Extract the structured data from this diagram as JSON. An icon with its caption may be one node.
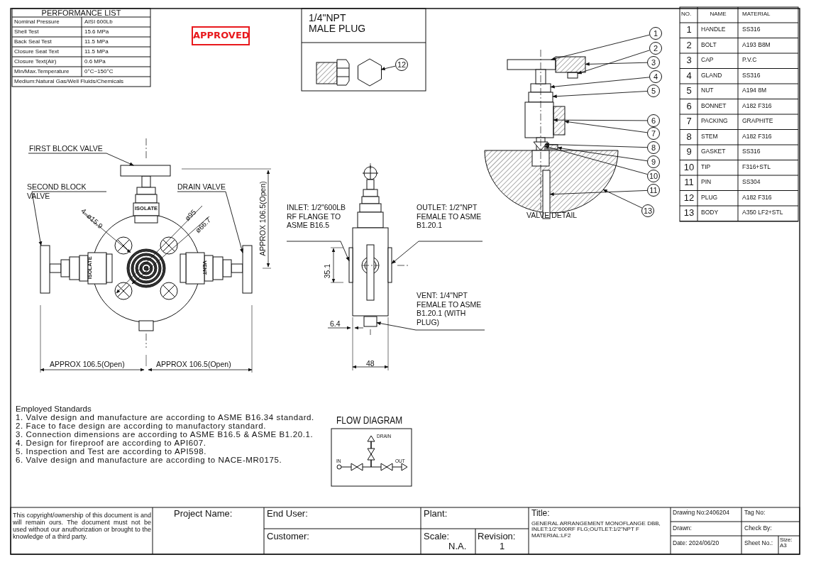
{
  "diagram": {
    "nodes": [
      {
        "text": [
          "FIRST BLOCK VALVE"
        ]
      },
      {
        "text": [
          "SECOND BLOCK VALVE"
        ]
      },
      {
        "text": [
          "DRAIN VALVE"
        ]
      },
      {
        "text": [
          "INLET: 1/2\"600LB RF FLANGE TO ASME B16.5"
        ]
      },
      {
        "text": [
          "OUTLET: 1/2\"NPT FEMALE TO ASME B1.20.1"
        ]
      },
      {
        "text": [
          "VENT: 1/4\"NPT FEMALE TO ASME B1.20.1 (WITH PLUG)"
        ]
      },
      {
        "text": [
          "1"
        ]
      },
      {
        "text": [
          "2"
        ]
      },
      {
        "text": [
          "3"
        ]
      },
      {
        "text": [
          "4"
        ]
      },
      {
        "text": [
          "5"
        ]
      },
      {
        "text": [
          "6"
        ]
      },
      {
        "text": [
          "7"
        ]
      },
      {
        "text": [
          "8"
        ]
      },
      {
        "text": [
          "9"
        ]
      },
      {
        "text": [
          "10"
        ]
      },
      {
        "text": [
          "11"
        ]
      },
      {
        "text": [
          "13"
        ]
      },
      {
        "text": [
          "12"
        ]
      },
      {
        "text": [],
        "shape": "bar"
      },
      {
        "text": [],
        "shape": "bar"
      },
      {
        "text": [],
        "shape": "bar"
      },
      {
        "text": [],
        "shape": "bar"
      },
      {
        "text": [],
        "shape": "bar"
      },
      {
        "text": [],
        "shape": "box"
      },
      {
        "text": [],
        "shape": "bar"
      },
      {
        "text": [],
        "shape": "box"
      },
      {
        "text": [],
        "shape": "box"
      },
      {
        "text": [],
        "shape": "box"
      },
      {
        "text": [],
        "shape": "box"
      },
      {
        "text": [],
        "shape": "box"
      },
      {
        "text": [],
        "shape": "box"
      },
      {
        "text": [],
        "shape": "bar"
      },
      {
        "text": [],
        "shape": "bar"
      },
      {
        "text": [],
        "shape": "triangle"
      },
      {
        "text": [],
        "shape": "bar"
      },
      {
        "text": [],
        "shape": "semicircle"
      },
      {
        "text": [],
        "shape": "hexagon"
      },
      {
        "text": [],
        "shape": "box"
      }
    ],
    "edges": [
      {
        "from": 0,
        "to": 19,
        "arrow": "to"
      },
      {
        "from": 1,
        "to": 20,
        "arrow": "to"
      },
      {
        "from": 2,
        "to": 21,
        "arrow": "to"
      },
      {
        "from": 3,
        "to": 22,
        "arrow": "to"
      },
      {
        "from": 4,
        "to": 23,
        "arrow": "to"
      },
      {
        "from": 5,
        "to": 24,
        "arrow": "to"
      },
      {
        "from": 6,
        "to": 25,
        "arrow": "to"
      },
      {
        "from": 7,
        "to": 26,
        "arrow": "to"
      },
      {
        "from": 8,
        "to": 27,
        "arrow": "to"
      },
      {
        "from": 9,
        "to": 28,
        "arrow": "to"
      },
      {
        "from": 10,
        "to": 29,
        "arrow": "to"
      },
      {
        "from": 11,
        "to": 30,
        "arrow": "to"
      },
      {
        "from": 12,
        "to": 31,
        "arrow": "to"
      },
      {
        "from": 13,
        "to": 32,
        "arrow": "to"
      },
      {
        "from": 14,
        "to": 33,
        "arrow": "to"
      },
      {
        "from": 15,
        "to": 34,
        "arrow": "to"
      },
      {
        "from": 16,
        "to": 35,
        "arrow": "to"
      },
      {
        "from": 17,
        "to": 36,
        "arrow": "to"
      },
      {
        "from": 18,
        "to": 37,
        "arrow": "to"
      }
    ],
    "labels": [
      "PERFORMANCE LIST",
      "Nominal Pressure",
      "AISI 600Lb",
      "Shell Test",
      "15.6 MPa",
      "Back Seal Test",
      "11.5 MPa",
      "Closure Seat Text",
      "11.5 MPa",
      "Closure Text(Air)",
      "0.6 MPa",
      "Min/Max.Temperature",
      "0°C~150°C",
      "Medium:Natural Gas/Well Fluids/Chemicals",
      "APPROVED",
      "1/4\"NPT MALE PLUG",
      "NO.",
      "NAME",
      "MATERIAL",
      "1",
      "HANDLE",
      "SS316",
      "2",
      "BOLT",
      "A193 B8M",
      "3",
      "CAP",
      "P.V.C",
      "4",
      "GLAND",
      "SS316",
      "5",
      "NUT",
      "A194 8M",
      "6",
      "BONNET",
      "A182 F316",
      "7",
      "PACKING",
      "GRAPHITE",
      "8",
      "STEM",
      "A182 F316",
      "9",
      "GASKET",
      "SS316",
      "10",
      "TIP",
      "F316+STL",
      "11",
      "PIN",
      "SS304",
      "12",
      "PLUG",
      "A182 F316",
      "13",
      "BODY",
      "A350 LF2+STL",
      "4–ø15.9",
      "ø95",
      "ø66.7",
      "ISOLATE",
      "ISOLATE",
      "VENT",
      "APPROX 106.5(Open)",
      "APPROX 106.5(Open)",
      "APPROX 106.5(Open)",
      "35.1",
      "6.4",
      "48",
      "VALVE DETAIL",
      "Employed Standards",
      "1. Valve design and manufacture are according to ASME B16.34 standard.",
      "2. Face to face design are according to manufactory standard.",
      "3. Connection dimensions are according to ASME B16.5 & ASME B1.20.1.",
      "4. Design for fireproof are according to API607.",
      "5. Inspection and Test are according to API598.",
      "6. Valve design and manufacture are according to NACE-MR0175.",
      "FLOW DIAGRAM",
      "DRAIN",
      "IN",
      "OUT",
      "This copyright/ownership of this document is and will remain ours. The document must not be used without our anuthorization or brought to the knowledge of a third party.",
      "Project Name:",
      "End User:",
      "Customer:",
      "Plant:",
      "Scale:",
      "N.A.",
      "Revision:",
      "1",
      "Title:",
      "GENERAL ARRANGEMENT MONOFLANGE DBB, INLET:1/2\"600RF FLG;OUTLET:1/2\"NPT F MATERIAL:LF2",
      "Drawing No:2406204",
      "Tag No:",
      "Drawn:",
      "Check By:",
      "Date: 2024/06/20",
      "Sheet No.:",
      "Size: A3"
    ]
  }
}
